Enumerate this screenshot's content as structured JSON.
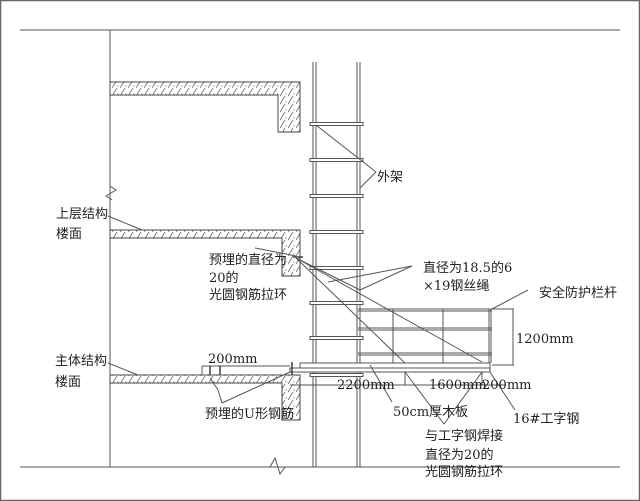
{
  "labels": {
    "outer_scaffold": "外架",
    "upper_floor_l1": "上层结构",
    "upper_floor_l2": "楼面",
    "main_floor_l1": "主体结构",
    "main_floor_l2": "楼面",
    "embedded_ring_l1": "预埋的直径为",
    "embedded_ring_l2": "20的",
    "embedded_ring_l3": "光圆钢筋拉环",
    "wire_rope_l1": "直径为18.5的6",
    "wire_rope_l2": "×19钢丝绳",
    "guardrail": "安全防护栏杆",
    "rail_height": "1200mm",
    "dim_200_left": "200mm",
    "u_rebar": "预埋的U形钢筋",
    "dim_2200": "2200mm",
    "dim_1600": "1600mm",
    "dim_200_right": "200mm",
    "plank": "50cm厚木板",
    "i_beam": "16#工字钢",
    "weld_ring_l1": "与工字钢焊接",
    "weld_ring_l2": "直径为20的",
    "weld_ring_l3": "光圆钢筋拉环"
  }
}
